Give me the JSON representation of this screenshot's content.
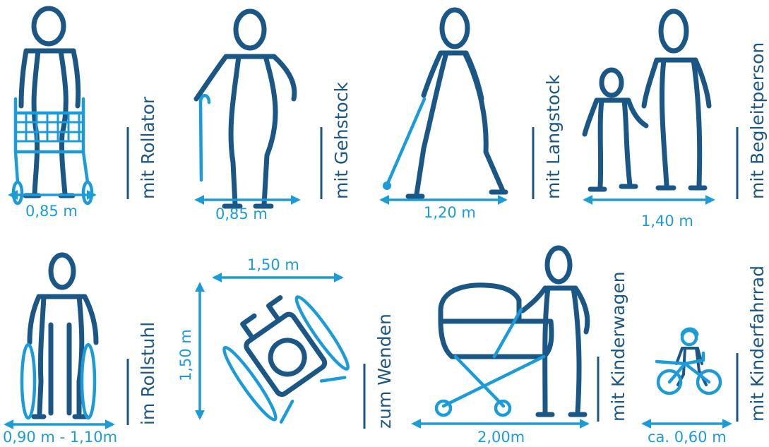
{
  "colors": {
    "dark": "#1a5686",
    "accent": "#1b9cd8",
    "background": "#ffffff"
  },
  "figures": [
    {
      "label": "mit Rollator",
      "dimension": "0,85 m",
      "icon": "person-with-rollator-icon"
    },
    {
      "label": "mit Gehstock",
      "dimension": "0,85 m",
      "icon": "person-with-walking-stick-icon"
    },
    {
      "label": "mit Langstock",
      "dimension": "1,20 m",
      "icon": "person-with-long-cane-icon"
    },
    {
      "label": "mit Begleitperson",
      "dimension": "1,40 m",
      "icon": "person-with-companion-icon"
    },
    {
      "label": "im Rollstuhl",
      "dimension": "0,90 m - 1,10m",
      "icon": "person-in-wheelchair-icon"
    },
    {
      "label": "zum Wenden",
      "dimension_horizontal": "1,50 m",
      "dimension_vertical": "1,50 m",
      "icon": "wheelchair-turning-icon"
    },
    {
      "label": "mit Kinderwagen",
      "dimension": "2,00m",
      "icon": "person-with-stroller-icon"
    },
    {
      "label": "mit Kinderfahrrad",
      "dimension": "ca. 0,60 m",
      "icon": "child-on-bicycle-icon"
    }
  ]
}
